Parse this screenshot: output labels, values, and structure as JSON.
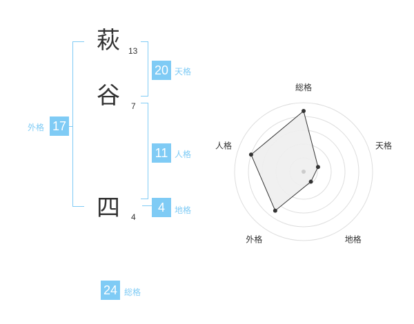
{
  "name": {
    "chars": [
      {
        "char": "萩",
        "strokes": "13"
      },
      {
        "char": "谷",
        "strokes": "7"
      },
      {
        "char": "四",
        "strokes": "4"
      }
    ]
  },
  "scores": {
    "tenkaku": {
      "value": "20",
      "label": "天格"
    },
    "jinkaku": {
      "value": "11",
      "label": "人格"
    },
    "chikaku": {
      "value": "4",
      "label": "地格"
    },
    "gaikaku": {
      "value": "17",
      "label": "外格"
    },
    "soukaku": {
      "value": "24",
      "label": "総格"
    }
  },
  "radar": {
    "axes": [
      "総格",
      "天格",
      "地格",
      "外格",
      "人格"
    ],
    "values": [
      0.88,
      0.22,
      0.18,
      0.7,
      0.8
    ],
    "rings": 5,
    "colors": {
      "ring": "#dddddd",
      "fill": "#eeeeee",
      "line": "#333333",
      "point": "#333333",
      "center": "#cccccc"
    }
  }
}
